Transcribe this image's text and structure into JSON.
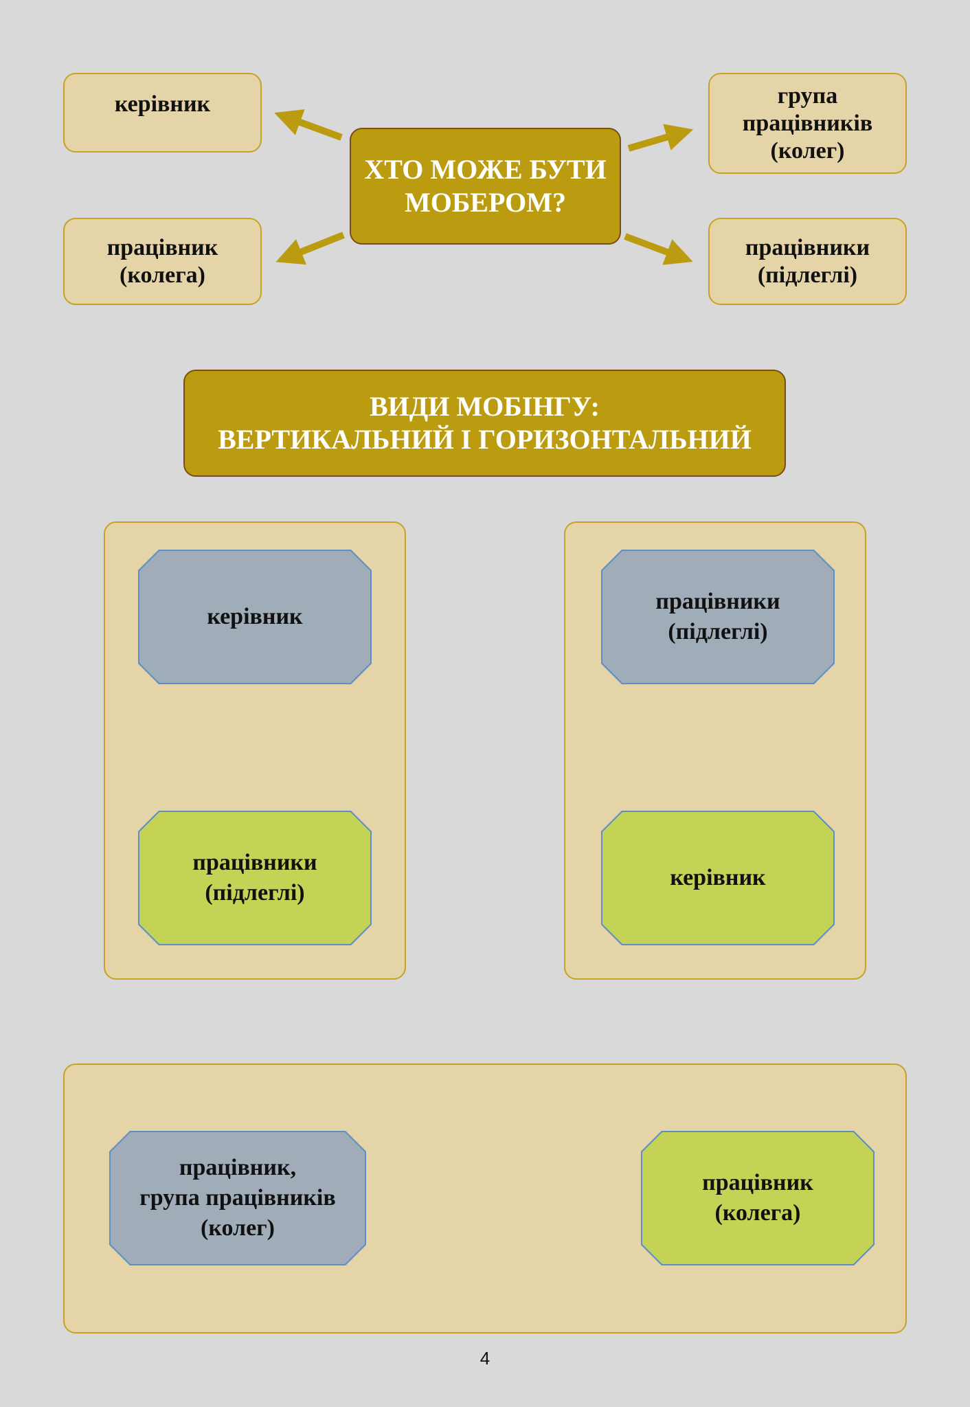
{
  "top": {
    "center": "ХТО МОЖЕ БУТИ\nМОБЕРОМ?",
    "top_left": "керівник",
    "bottom_left": "працівник\n(колега)",
    "top_right": "група\nпрацівників\n(колег)",
    "bottom_right": "працівники\n(підлеглі)"
  },
  "types_title": "ВИДИ МОБІНГУ:\nВЕРТИКАЛЬНИЙ І ГОРИЗОНТАЛЬНИЙ",
  "vertical_left": {
    "from": "керівник",
    "to": "працівники\n(підлеглі)"
  },
  "vertical_right": {
    "from": "працівники\n(підлеглі)",
    "to": "керівник"
  },
  "horizontal": {
    "from": "працівник,\nгрупа працівників\n(колег)",
    "to": "працівник\n(колега)"
  },
  "page_number": "4",
  "colors": {
    "background": "#d9d9d9",
    "beige": "#e5d4a7",
    "gold": "#bb9c10",
    "grey_box": "#a0adb8",
    "green_box": "#c4d355",
    "arrow": "#bb9c10"
  }
}
